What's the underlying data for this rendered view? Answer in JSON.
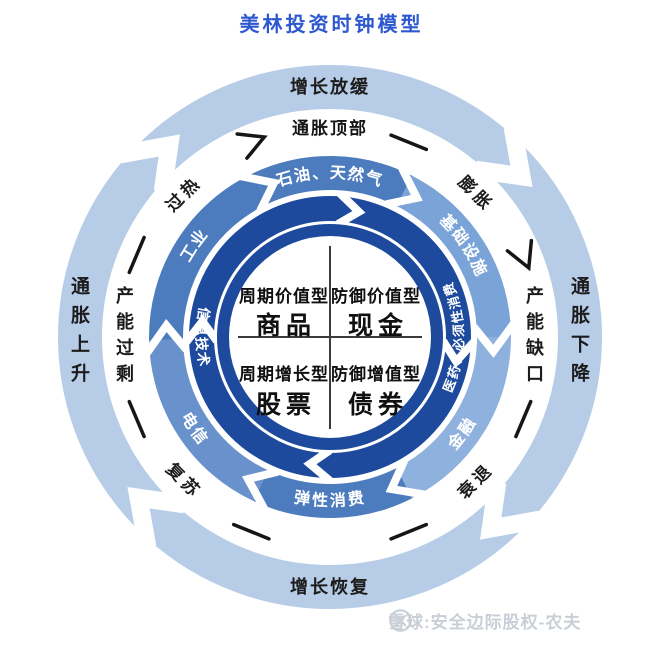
{
  "title": "美林投资时钟模型",
  "outer_ring": {
    "top": "增长放缓",
    "right": "通胀下降",
    "bottom": "增长恢复",
    "left": "通胀上升"
  },
  "middle_ring": {
    "top": "通胀顶部",
    "right": "产能缺口",
    "left": "产能过剩"
  },
  "phases": {
    "top_left": "过热",
    "top_right": "膨胀",
    "bottom_right": "衰退",
    "bottom_left": "复苏"
  },
  "sector_ring": {
    "top": "石油、天然气",
    "top_left": "工业",
    "top_right": "基础设施",
    "bottom_left": "电信",
    "bottom": "弹性消费",
    "bottom_right": "金融"
  },
  "inner_ring": {
    "left": "信息技术",
    "right": "医药、必须性消费"
  },
  "quadrants": {
    "top_left": {
      "style": "周期价值型",
      "asset": "商品"
    },
    "top_right": {
      "style": "防御价值型",
      "asset": "现金"
    },
    "bottom_left": {
      "style": "周期增长型",
      "asset": "股票"
    },
    "bottom_right": {
      "style": "防御增值型",
      "asset": "债券"
    }
  },
  "watermark": {
    "text": "雪球:安全边际股权-农夫"
  },
  "colors": {
    "title": "#2d58cf",
    "pale_ring": "#b7cde7",
    "sector_medium": "#4d7cbe",
    "sector_infra": "#7aa4d7",
    "sector_telecom": "#6991cc",
    "sector_finance": "#8fb1de",
    "navy_ring": "#1d4a9c",
    "label_dark": "#1c1c1c",
    "watermark_gray": "#c9cfd6"
  }
}
